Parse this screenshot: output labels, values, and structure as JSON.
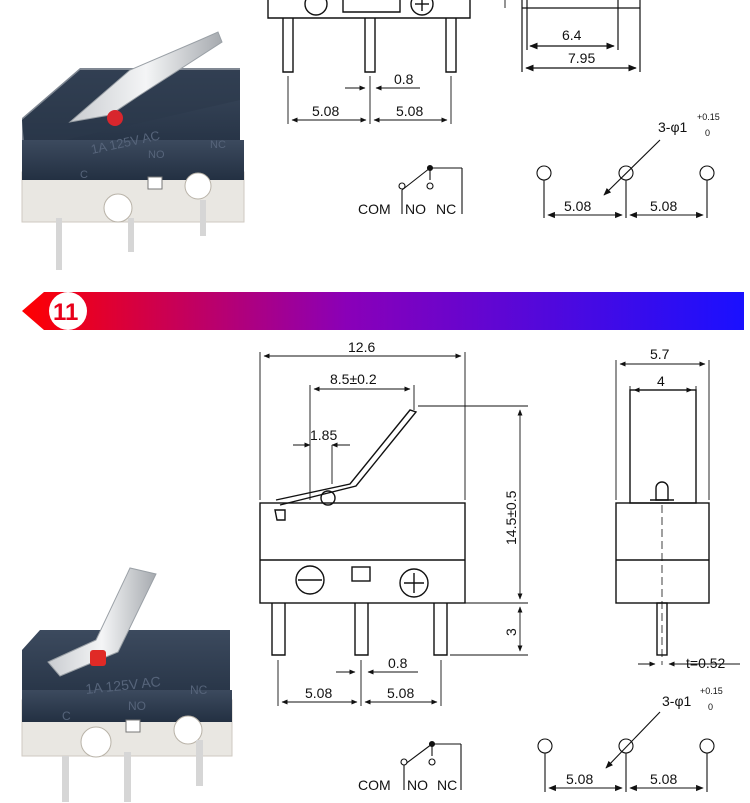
{
  "banner": {
    "number": "11",
    "gradient": [
      "#ff0000",
      "#7a00c8",
      "#1a1aff"
    ]
  },
  "section_top": {
    "dims": {
      "d6_4": "6.4",
      "d7_95": "7.95",
      "d0_8": "0.8",
      "pitch_left": "5.08",
      "pitch_right": "5.08"
    },
    "hole": {
      "prefix": "3-φ1",
      "tol_upper": "+0.15",
      "tol_lower": "0",
      "pitch_left": "5.08",
      "pitch_right": "5.08"
    },
    "schematic": {
      "com": "COM",
      "no": "NO",
      "nc": "NC"
    },
    "photo_text": {
      "rating": "1A 125V AC",
      "no": "NO",
      "nc": "NC",
      "c": "C"
    }
  },
  "section_bottom": {
    "front": {
      "width": "12.6",
      "lever_pos": "8.5±0.2",
      "lever_tip": "1.85",
      "height": "14.5±0.5",
      "pin_len": "3",
      "d0_8": "0.8",
      "pitch_left": "5.08",
      "pitch_right": "5.08"
    },
    "side": {
      "width": "5.7",
      "inner": "4",
      "thickness": "t=0.52"
    },
    "hole": {
      "prefix": "3-φ1",
      "tol_upper": "+0.15",
      "tol_lower": "0",
      "pitch_left": "5.08",
      "pitch_right": "5.08"
    },
    "schematic": {
      "com": "COM",
      "no": "NO",
      "nc": "NC"
    },
    "photo_text": {
      "rating": "1A 125V AC",
      "no": "NO",
      "nc": "NC",
      "c": "C"
    }
  }
}
